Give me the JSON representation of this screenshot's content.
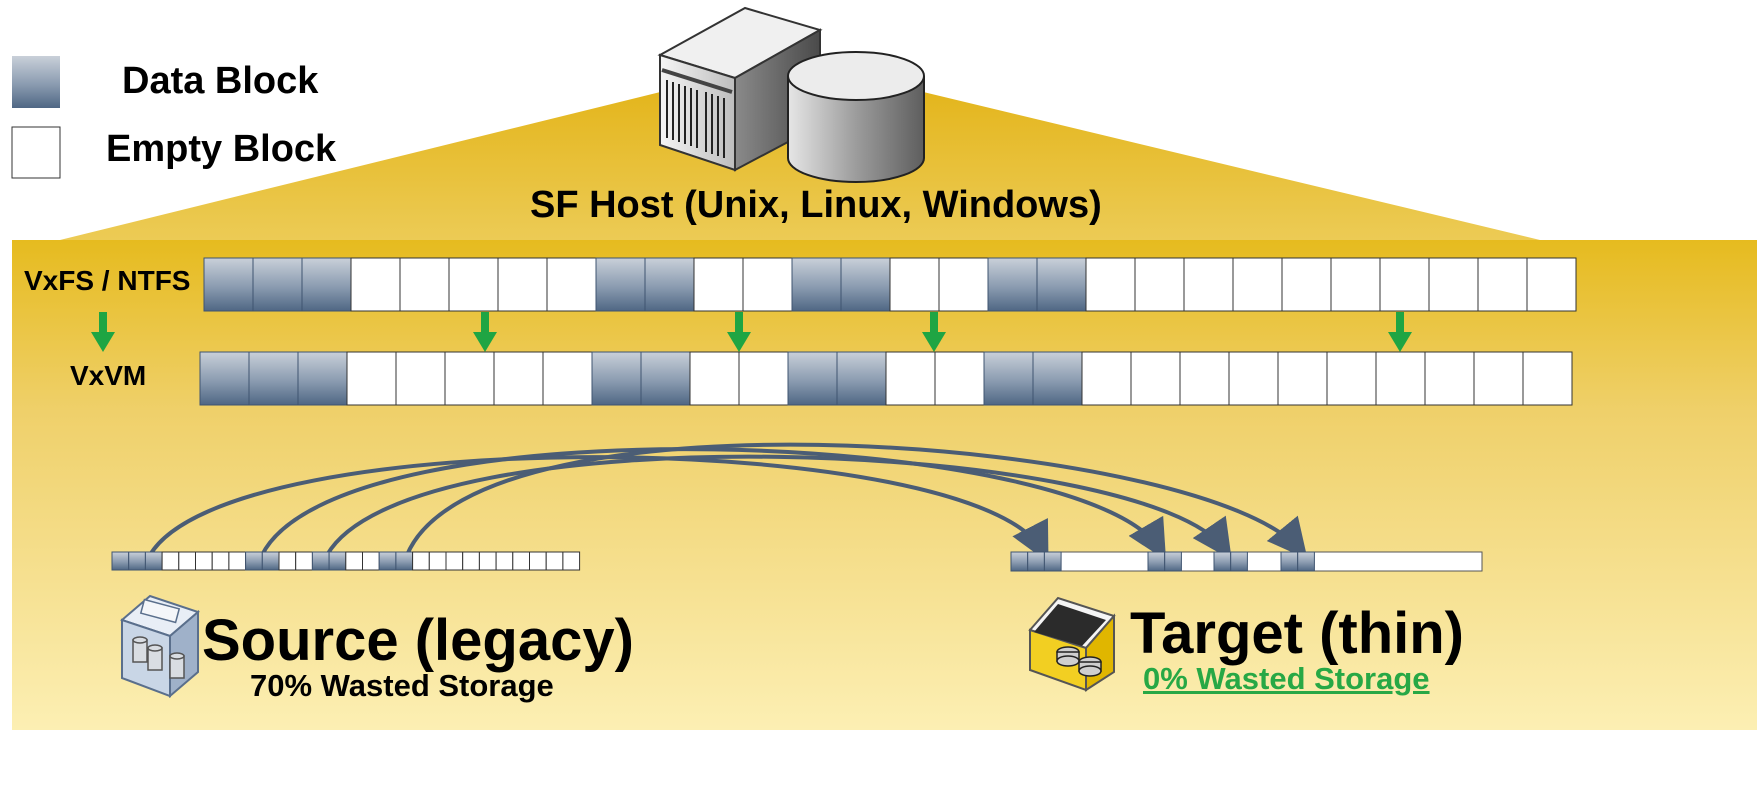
{
  "legend": {
    "data_block": "Data Block",
    "empty_block": "Empty Block"
  },
  "host": {
    "label": "SF Host (Unix, Linux, Windows)",
    "icons": [
      "server-icon",
      "disk-cylinder-icon"
    ]
  },
  "layers": {
    "filesystem_label": "VxFS / NTFS",
    "volume_manager_label": "VxVM",
    "block_pattern": [
      1,
      1,
      1,
      0,
      0,
      0,
      0,
      0,
      1,
      1,
      0,
      0,
      1,
      1,
      0,
      0,
      1,
      1,
      0,
      0,
      0,
      0,
      0,
      0,
      0,
      0,
      0,
      0
    ]
  },
  "source": {
    "title": "Source (legacy)",
    "subtitle": "70% Wasted Storage",
    "icon": "legacy-storage-array-icon",
    "block_pattern": [
      1,
      1,
      1,
      0,
      0,
      0,
      0,
      0,
      1,
      1,
      0,
      0,
      1,
      1,
      0,
      0,
      1,
      1,
      0,
      0,
      0,
      0,
      0,
      0,
      0,
      0,
      0,
      0
    ]
  },
  "target": {
    "title": "Target (thin)",
    "subtitle": "0% Wasted Storage",
    "icon": "thin-storage-array-icon",
    "data_segments": 4
  },
  "colors": {
    "band_top": "#e8bc20",
    "band_bottom": "#fbecad",
    "down_arrow": "#1fa543",
    "curve_arrow": "#4b5d75",
    "block_dark": "#516985",
    "block_light": "#c4ccd6",
    "target_subtitle": "#27a845"
  }
}
